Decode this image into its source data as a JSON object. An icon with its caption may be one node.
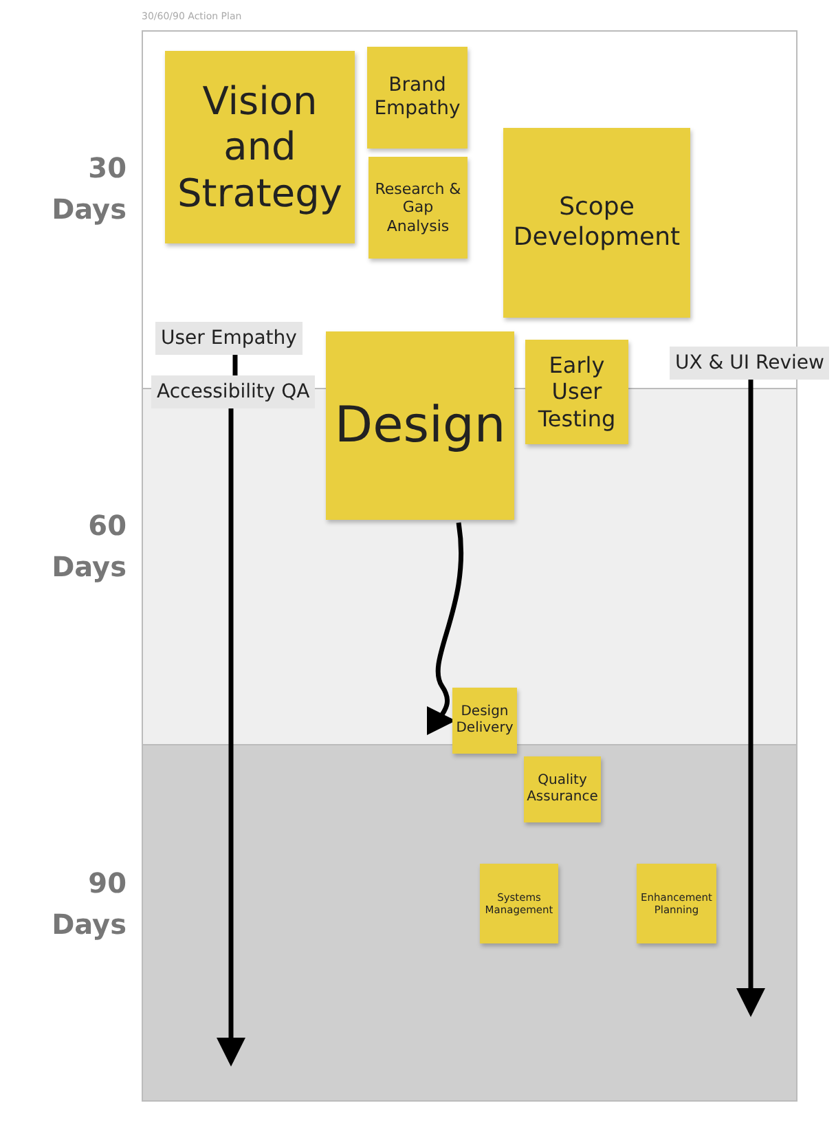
{
  "diagram": {
    "title": "30/60/90 Action Plan",
    "nodes": [
      {
        "text": [
          "Vision and Strategy"
        ]
      },
      {
        "text": [
          "Brand Empathy"
        ]
      },
      {
        "text": [
          "Research & Gap Analysis"
        ]
      },
      {
        "text": [
          "Scope Development"
        ]
      },
      {
        "text": [
          "User Empathy"
        ]
      },
      {
        "text": [
          "Design"
        ]
      },
      {
        "text": [
          "Early User Testing"
        ]
      },
      {
        "text": [
          "UX & UI Review"
        ]
      },
      {
        "text": [
          "Accessibility QA"
        ]
      },
      {
        "text": [
          "Design Delivery"
        ]
      },
      {
        "text": [
          "Quality Assurance"
        ]
      },
      {
        "text": [
          "Systems Management"
        ]
      },
      {
        "text": [
          "Enhancement Planning"
        ]
      }
    ],
    "edges": [
      {
        "from": 4,
        "to": 8,
        "arrow": "none"
      },
      {
        "from": 8,
        "to": null,
        "arrow": "to"
      },
      {
        "from": 7,
        "to": null,
        "arrow": "to"
      },
      {
        "from": 5,
        "to": 9,
        "arrow": "to"
      }
    ],
    "labels": [
      "30 Days",
      "60 Days",
      "90 Days"
    ]
  }
}
